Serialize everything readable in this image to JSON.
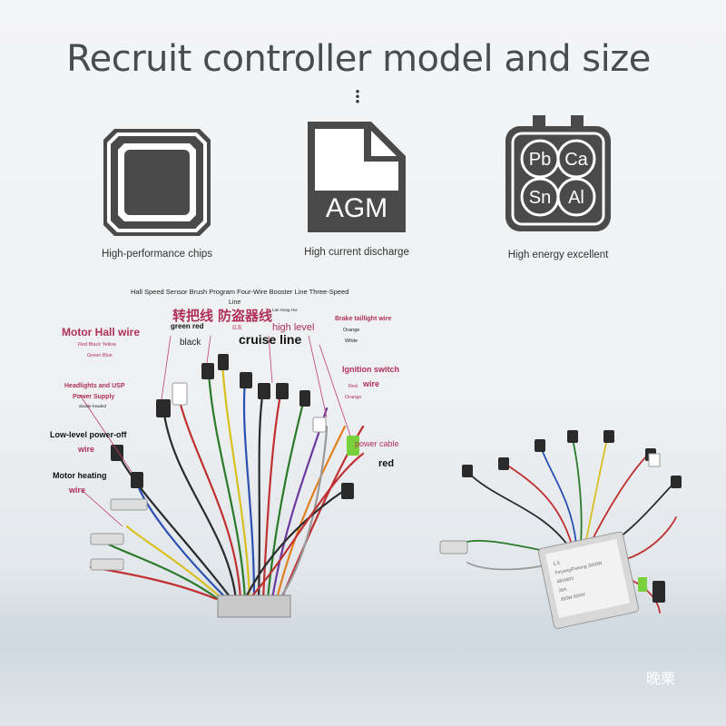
{
  "title": "Recruit controller model and size",
  "features": [
    {
      "caption": "High-performance chips",
      "icon": "chip-icon"
    },
    {
      "caption": "High current discharge",
      "icon": "agm-battery-icon",
      "icon_text": "AGM"
    },
    {
      "caption": "High energy excellent",
      "icon": "battery-elements-icon",
      "elements": [
        "Pb",
        "Ca",
        "Sn",
        "Al"
      ]
    }
  ],
  "wire_labels": {
    "header": "Hall Speed Sensor Brush Program Four-Wire Booster Line Three-Speed",
    "line": "Line",
    "throttle_cn": "转把线",
    "antitheft_cn": "防盗器线",
    "green_red": "green red",
    "black": "black",
    "lan_hong_hui": "Lan Hong Hui",
    "red_cn": "红灰",
    "high_level": "high level",
    "cruise_line": "cruise line",
    "brake_taillight": "Brake taillight wire",
    "orange": "Orange",
    "white": "White",
    "motor_hall": "Motor Hall wire",
    "hall_colors_1": "Red Black Yellow",
    "hall_colors_2": "Green Blue",
    "ignition_switch": "Ignition switch",
    "wire": "wire",
    "red_small": "Red",
    "orange_small": "Orange",
    "headlights_usb": "Headlights and USP",
    "power_supply": "Power Supply",
    "double_headed": "double-headed",
    "power_cable": "power cable",
    "red": "red",
    "low_level_power_off": "Low-level power-off",
    "motor_heating": "Motor heating"
  },
  "controller_label": [
    "1-3",
    "Feiyang/Feitong 3000W",
    "48V/60V",
    "26A",
    "350W-500W"
  ],
  "watermark": "晚栗",
  "colors": {
    "title": "#4a4c50",
    "icon_dark": "#4a4a4a",
    "label_pink": "#b0305a",
    "wire_pink": "#c0406a"
  }
}
